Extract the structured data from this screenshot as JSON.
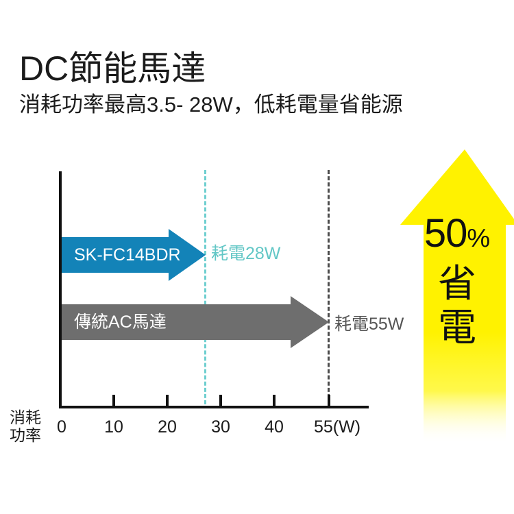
{
  "heading": {
    "title": "DC節能馬達",
    "subtitle": "消耗功率最高3.5- 28W，低耗電量省能源"
  },
  "savings_callout": {
    "percent_number": "50",
    "percent_sign": "%",
    "word": "省\n電",
    "arrow_color": "#FFF200",
    "direction": "up"
  },
  "chart_data": {
    "type": "bar",
    "orientation": "horizontal",
    "title": "DC節能馬達",
    "subtitle": "消耗功率最高3.5- 28W，低耗電量省能源",
    "xlabel": "消耗\n功率",
    "ylabel": "",
    "unit": "W",
    "xlim": [
      0,
      55
    ],
    "grid": false,
    "legend": "none",
    "categories": [
      "SK-FC14BDR",
      "傳統AC馬達"
    ],
    "values": [
      28,
      55
    ],
    "series": [
      {
        "name": "SK-FC14BDR",
        "values": [
          28
        ],
        "color": "#1383B8",
        "value_label": "耗電28W",
        "value_label_color": "#63C7C6",
        "guide_color": "#6FCFD0"
      },
      {
        "name": "傳統AC馬達",
        "values": [
          55
        ],
        "color": "#6E6E6E",
        "value_label": "耗電55W",
        "value_label_color": "#555555",
        "guide_color": "#4D4D4D"
      }
    ],
    "x_ticks": [
      {
        "label": "0",
        "value": 0
      },
      {
        "label": "10",
        "value": 10
      },
      {
        "label": "20",
        "value": 20
      },
      {
        "label": "30",
        "value": 30
      },
      {
        "label": "40",
        "value": 40
      },
      {
        "label": "55(W)",
        "value": 55
      }
    ],
    "axis_caption_line1": "消耗",
    "axis_caption_line2": "功率",
    "annotations": [
      "耗電28W",
      "耗電55W",
      "50% 省電"
    ]
  }
}
